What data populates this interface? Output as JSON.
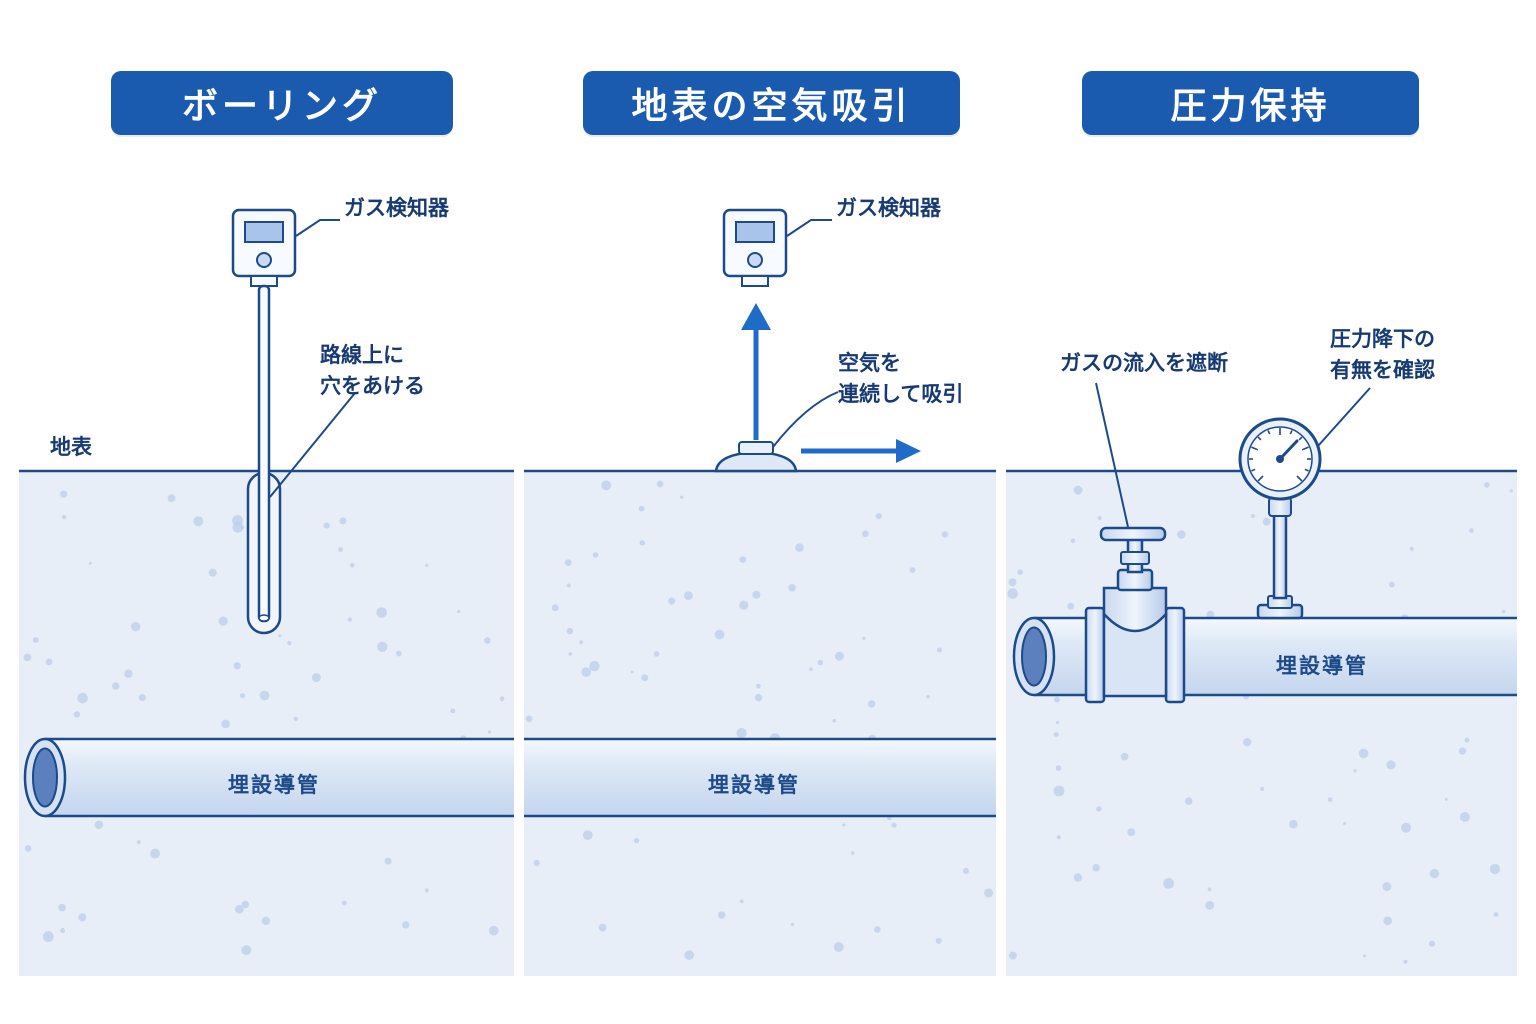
{
  "panels": [
    {
      "id": "boring",
      "title": "ボーリング",
      "detector_label": "ガス検知器",
      "hole_label_lines": [
        "路線上に",
        "穴をあける"
      ],
      "ground_label": "地表",
      "pipe_label": "埋設導管"
    },
    {
      "id": "suction",
      "title": "地表の空気吸引",
      "detector_label": "ガス検知器",
      "suction_label_lines": [
        "空気を",
        "連続して吸引"
      ],
      "pipe_label": "埋設導管"
    },
    {
      "id": "pressure",
      "title": "圧力保持",
      "valve_label": "ガスの流入を遮断",
      "gauge_label_lines": [
        "圧力降下の",
        "有無を確認"
      ],
      "pipe_label": "埋設導管"
    }
  ],
  "colors": {
    "accent": "#1a5bb0",
    "soil": "#e8eef8",
    "outline": "#1d4a8a",
    "arrow": "#1e6cc8",
    "pipe": "#d6e3f5"
  },
  "icons": [
    "gas-detector-icon",
    "valve-icon",
    "pressure-gauge-icon",
    "arrow-up-icon",
    "arrow-right-icon"
  ]
}
